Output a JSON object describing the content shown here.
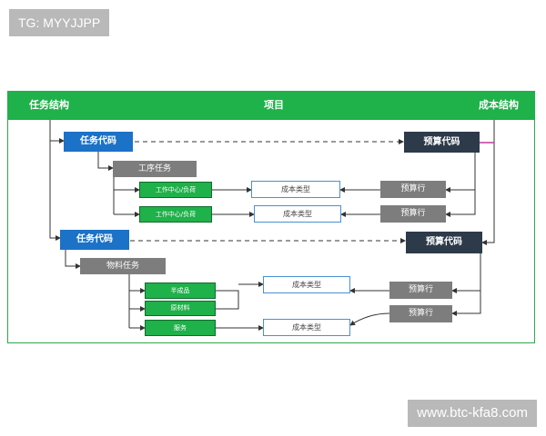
{
  "watermark_top": "TG: MYYJJPP",
  "watermark_bottom": "www.btc-kfa8.com",
  "header": {
    "left": "任务结构",
    "center": "项目",
    "right": "成本结构"
  },
  "groups": [
    {
      "task_code": "任务代码",
      "budget_code": "预算代码",
      "task_type": "工序任务",
      "items": [
        {
          "label": "工作中心/负荷",
          "cost_type": "成本类型",
          "budget_line": "预算行"
        },
        {
          "label": "工作中心/负荷",
          "cost_type": "成本类型",
          "budget_line": "预算行"
        }
      ]
    },
    {
      "task_code": "任务代码",
      "budget_code": "预算代码",
      "task_type": "物料任务",
      "items": [
        {
          "label": "半成品"
        },
        {
          "label": "原材料"
        },
        {
          "label": "服务"
        }
      ],
      "cost_types": [
        "成本类型",
        "成本类型"
      ],
      "budget_lines": [
        "预算行",
        "预算行"
      ]
    }
  ],
  "colors": {
    "header_green": "#1fb14a",
    "task_blue": "#1b72c7",
    "budget_dark": "#2d3a4a",
    "type_gray": "#7d7d7d",
    "item_green": "#1fb14a",
    "connector_pink": "#c0399a"
  }
}
